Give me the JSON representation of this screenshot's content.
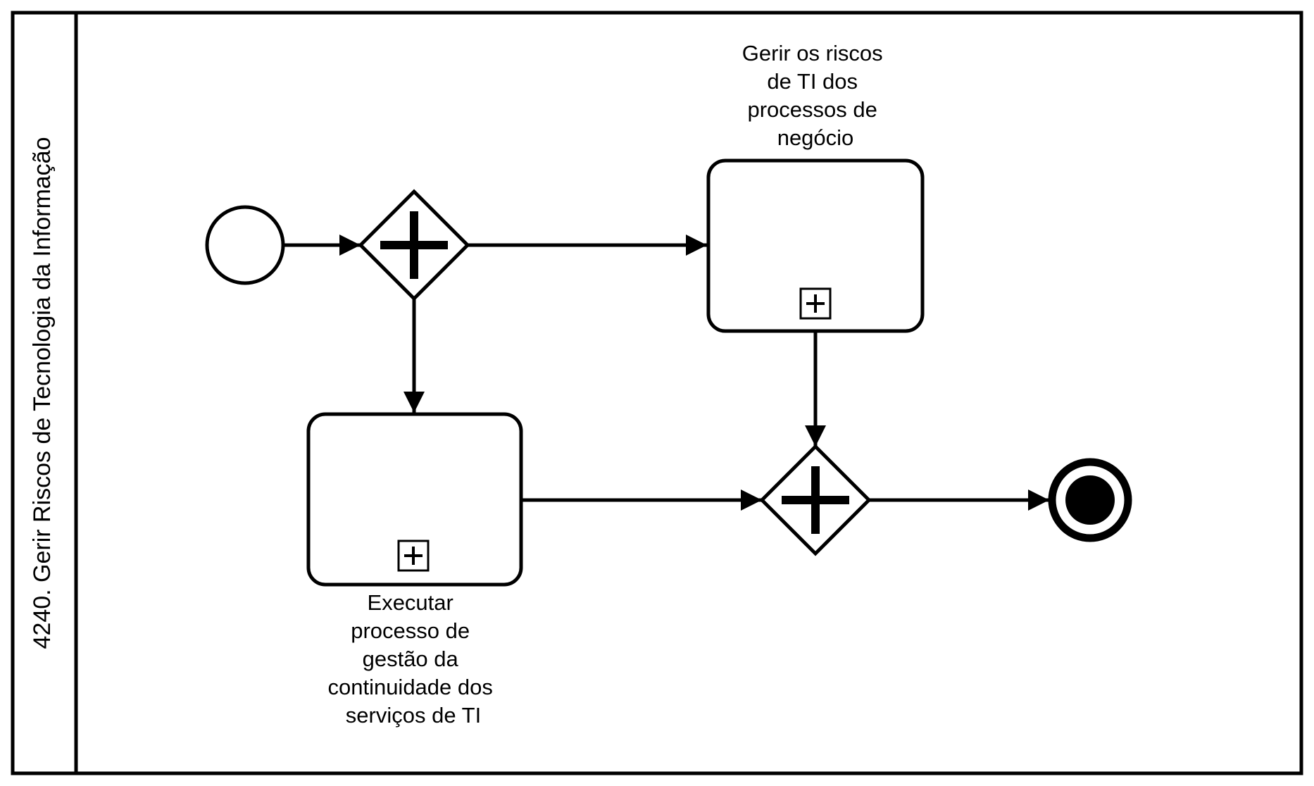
{
  "pool": {
    "label": "4240. Gerir Riscos de Tecnologia da Informação"
  },
  "tasks": [
    {
      "id": "task-gerir-riscos",
      "label_lines": [
        "Gerir os riscos",
        "de TI dos",
        "processos de",
        "negócio"
      ],
      "icon": "collapsed-subprocess-plus-icon"
    },
    {
      "id": "task-executar-continuidade",
      "label_lines": [
        "Executar",
        "processo de",
        "gestão da",
        "continuidade dos",
        "serviços de TI"
      ],
      "icon": "collapsed-subprocess-plus-icon"
    }
  ],
  "events": {
    "start": "start-event-icon",
    "end": "end-event-icon"
  },
  "gateways": {
    "split": "parallel-gateway-icon",
    "join": "parallel-gateway-icon"
  },
  "colors": {
    "stroke": "#000000",
    "background": "#ffffff"
  }
}
